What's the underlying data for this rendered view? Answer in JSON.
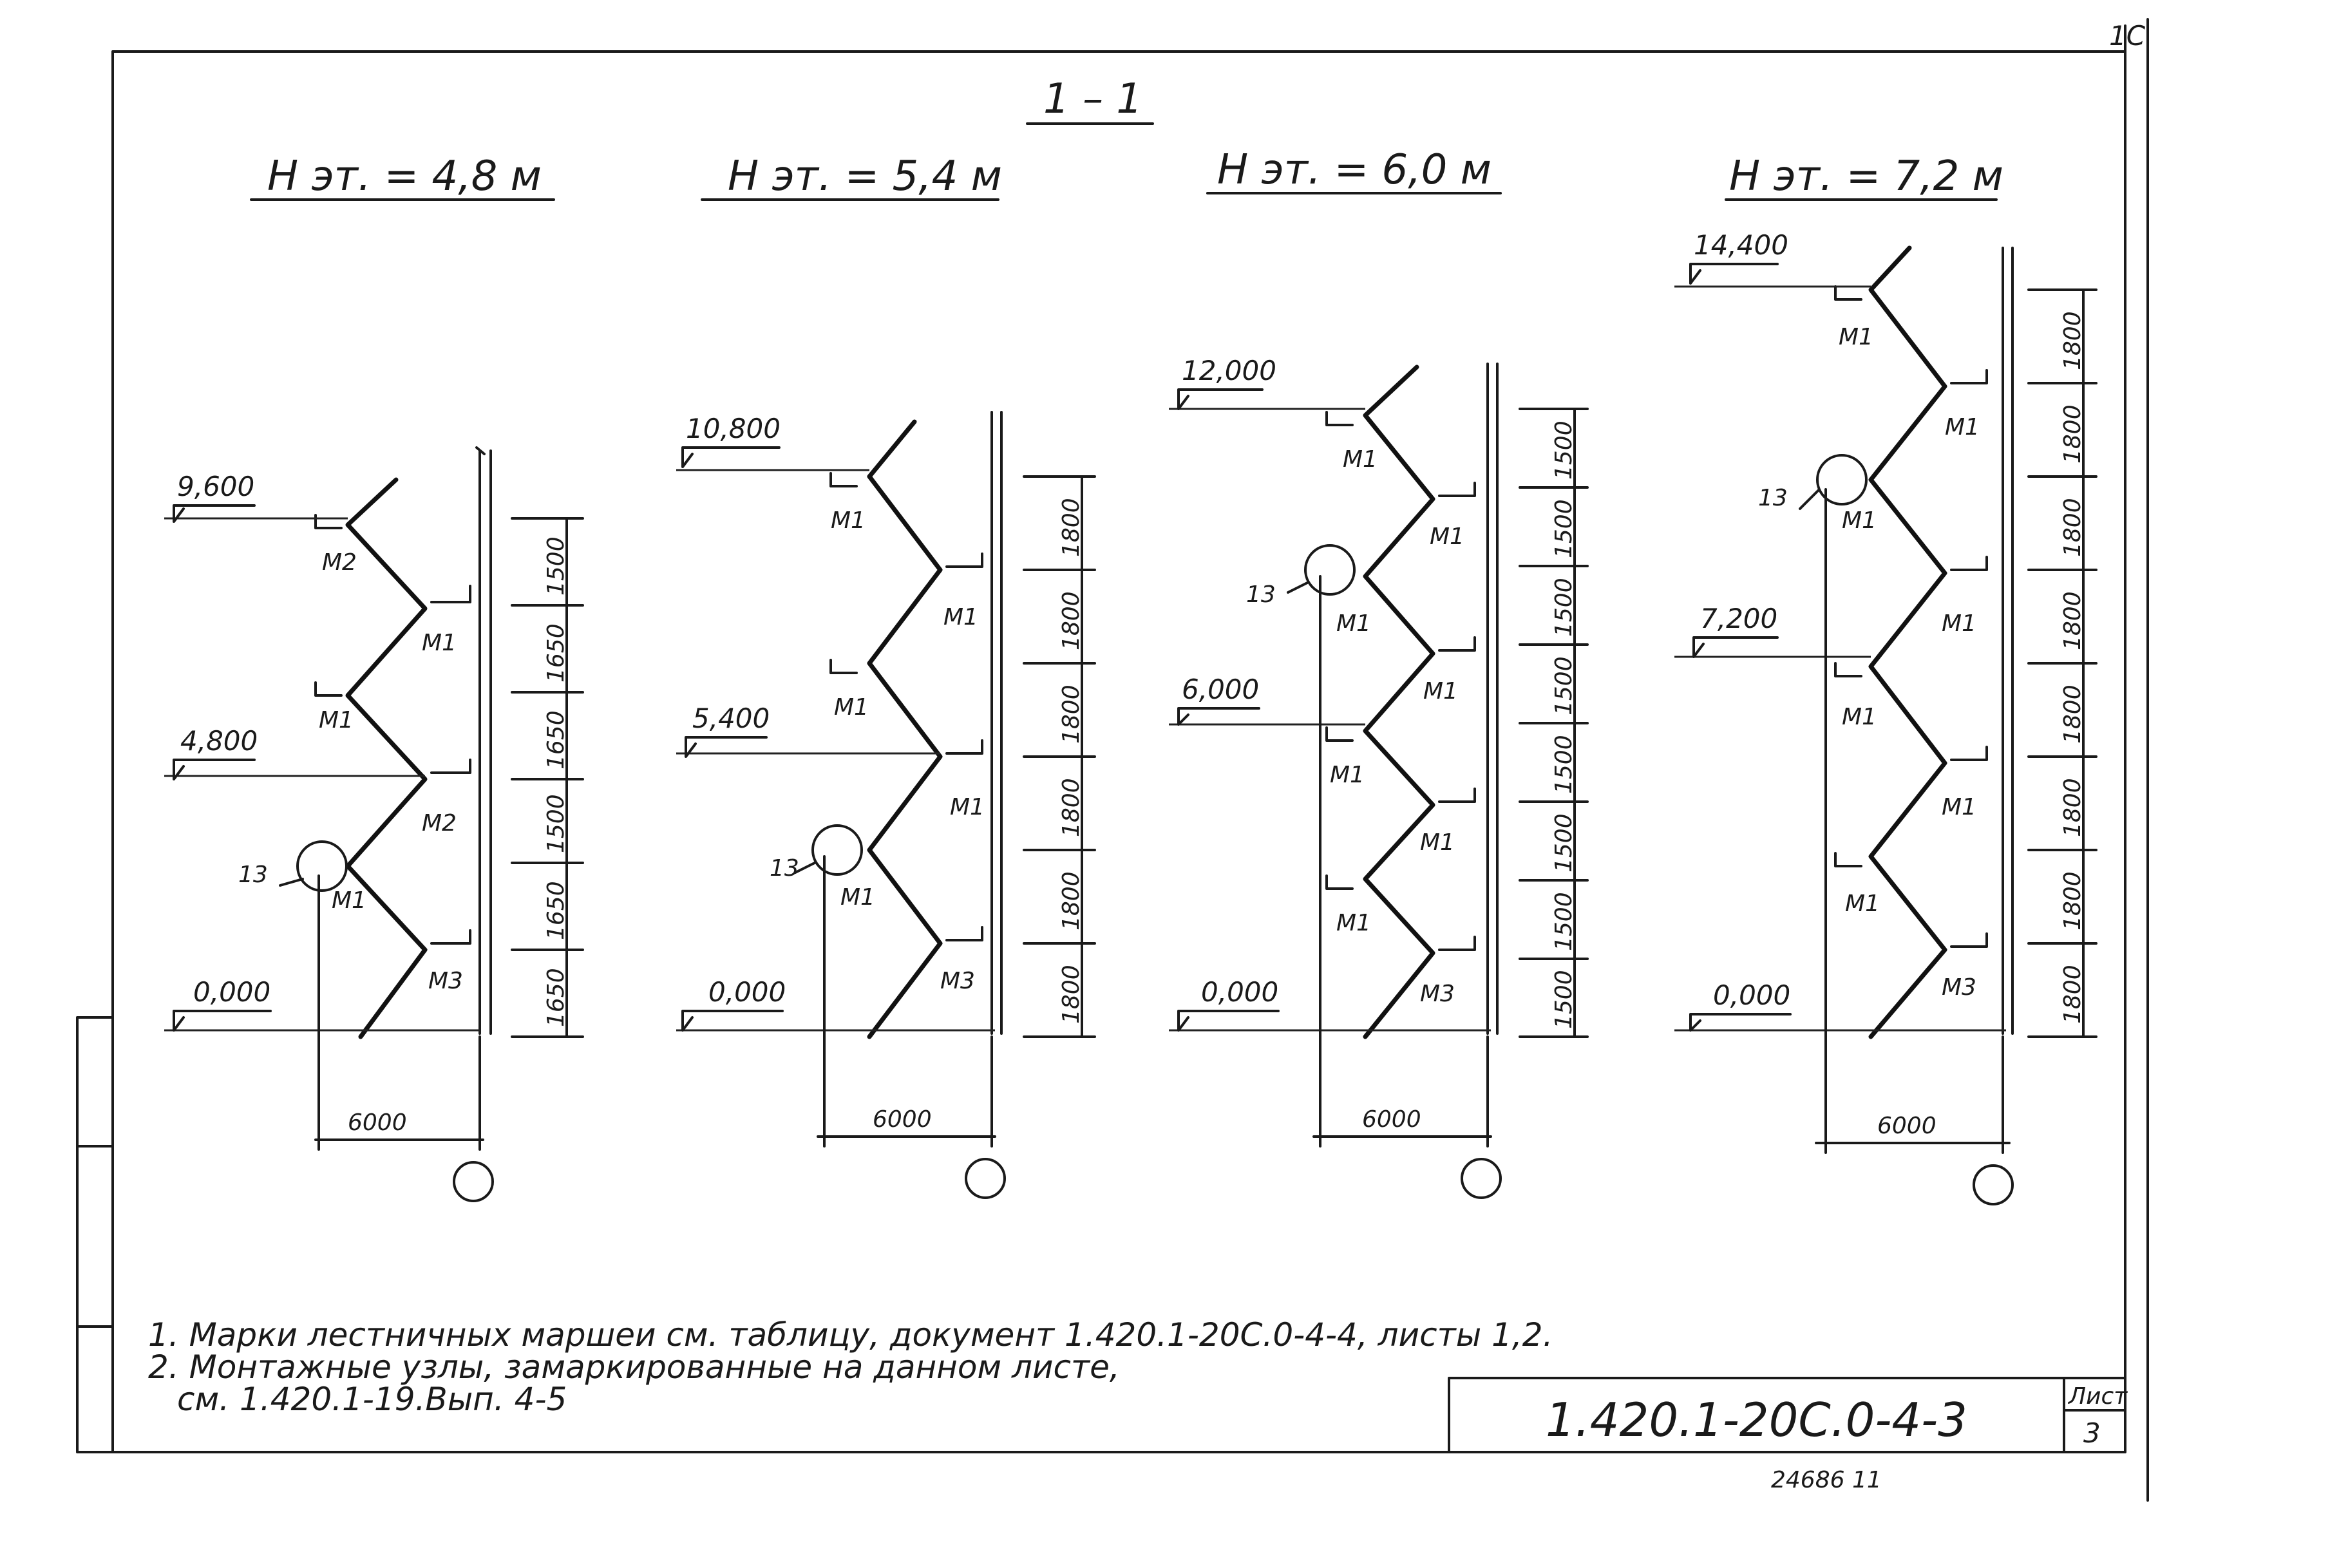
{
  "sheet": {
    "corner_mark": "1C",
    "section_title": "1 – 1",
    "notes": [
      "1. Марки лестничных маршеи см. таблицу, документ 1.420.1-20С.0-4-4, листы 1,2.",
      "2. Монтажные узлы, замаркированные на данном листе,",
      "см. 1.420.1-19.Вып. 4-5"
    ],
    "doc_code": "1.420.1-20С.0-4-3",
    "sheet_label": "Лист",
    "sheet_number": "3",
    "inventory": "24686   11"
  },
  "diagrams": [
    {
      "title": "H эт. = 4,8 м",
      "elev_top": "9,600",
      "elev_mid": "4,800",
      "elev_zero": "0,000",
      "dims": [
        "1500",
        "1650",
        "1650",
        "1500",
        "1650",
        "1650"
      ],
      "span": "6000",
      "node": "13",
      "marks": [
        "M2",
        "M1",
        "M1",
        "M2",
        "M1",
        "M3"
      ]
    },
    {
      "title": "H эт. = 5,4 м",
      "elev_top": "10,800",
      "elev_mid": "5,400",
      "elev_zero": "0,000",
      "dims": [
        "1800",
        "1800",
        "1800",
        "1800",
        "1800",
        "1800"
      ],
      "span": "6000",
      "node": "13",
      "marks": [
        "M1",
        "M1",
        "M1",
        "M1",
        "M1",
        "M3"
      ]
    },
    {
      "title": "H эт. = 6,0 м",
      "elev_top": "12,000",
      "elev_mid": "6,000",
      "elev_zero": "0,000",
      "dims": [
        "1500",
        "1500",
        "1500",
        "1500",
        "1500",
        "1500",
        "1500",
        "1500"
      ],
      "span": "6000",
      "node": "13",
      "marks": [
        "M1",
        "M1",
        "M1",
        "M1",
        "M1",
        "M1",
        "M1",
        "M3"
      ]
    },
    {
      "title": "H эт. = 7,2 м",
      "elev_top": "14,400",
      "elev_mid": "7,200",
      "elev_zero": "0,000",
      "dims": [
        "1800",
        "1800",
        "1800",
        "1800",
        "1800",
        "1800",
        "1800",
        "1800"
      ],
      "span": "6000",
      "node": "13",
      "marks": [
        "M1",
        "M1",
        "M1",
        "M1",
        "M1",
        "M1",
        "M1",
        "M3"
      ]
    }
  ]
}
